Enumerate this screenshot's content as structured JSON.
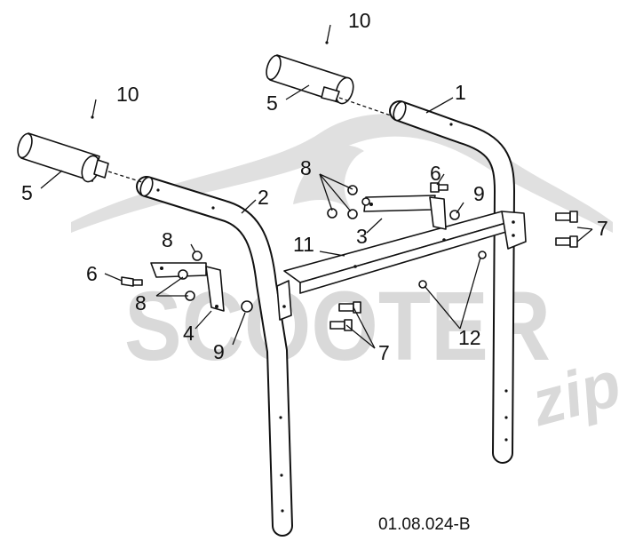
{
  "callouts": {
    "c1": "1",
    "c2": "2",
    "c3": "3",
    "c4": "4",
    "c5a": "5",
    "c5b": "5",
    "c6a": "6",
    "c6b": "6",
    "c7a": "7",
    "c7b": "7",
    "c8a": "8",
    "c8b": "8",
    "c8c": "8",
    "c9a": "9",
    "c9b": "9",
    "c10a": "10",
    "c10b": "10",
    "c11": "11",
    "c12": "12"
  },
  "drawing_code": "01.08.024-B",
  "watermark": {
    "text": "SCOOTER",
    "script": "zip"
  },
  "colors": {
    "line": "#111111",
    "watermark": "#d9d9d9",
    "background": "#ffffff"
  }
}
